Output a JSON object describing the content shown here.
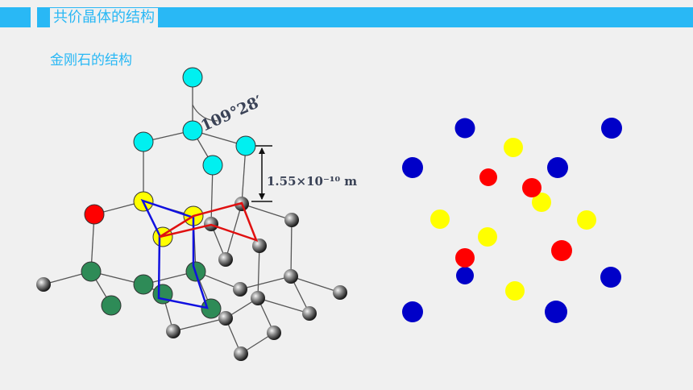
{
  "header": {
    "title": "共价晶体的结构"
  },
  "section": {
    "subtitle": "金刚石的结构"
  },
  "diagram": {
    "angle_label": "109°28′",
    "bond_length_label": "1.55×10⁻¹⁰ m"
  },
  "colors": {
    "accent": "#29b8f5",
    "cyan": "#00f0f0",
    "yellow": "#ffff00",
    "red": "#ff0000",
    "green": "#2e8b57",
    "blue": "#0000c8",
    "gray": "#707070"
  }
}
